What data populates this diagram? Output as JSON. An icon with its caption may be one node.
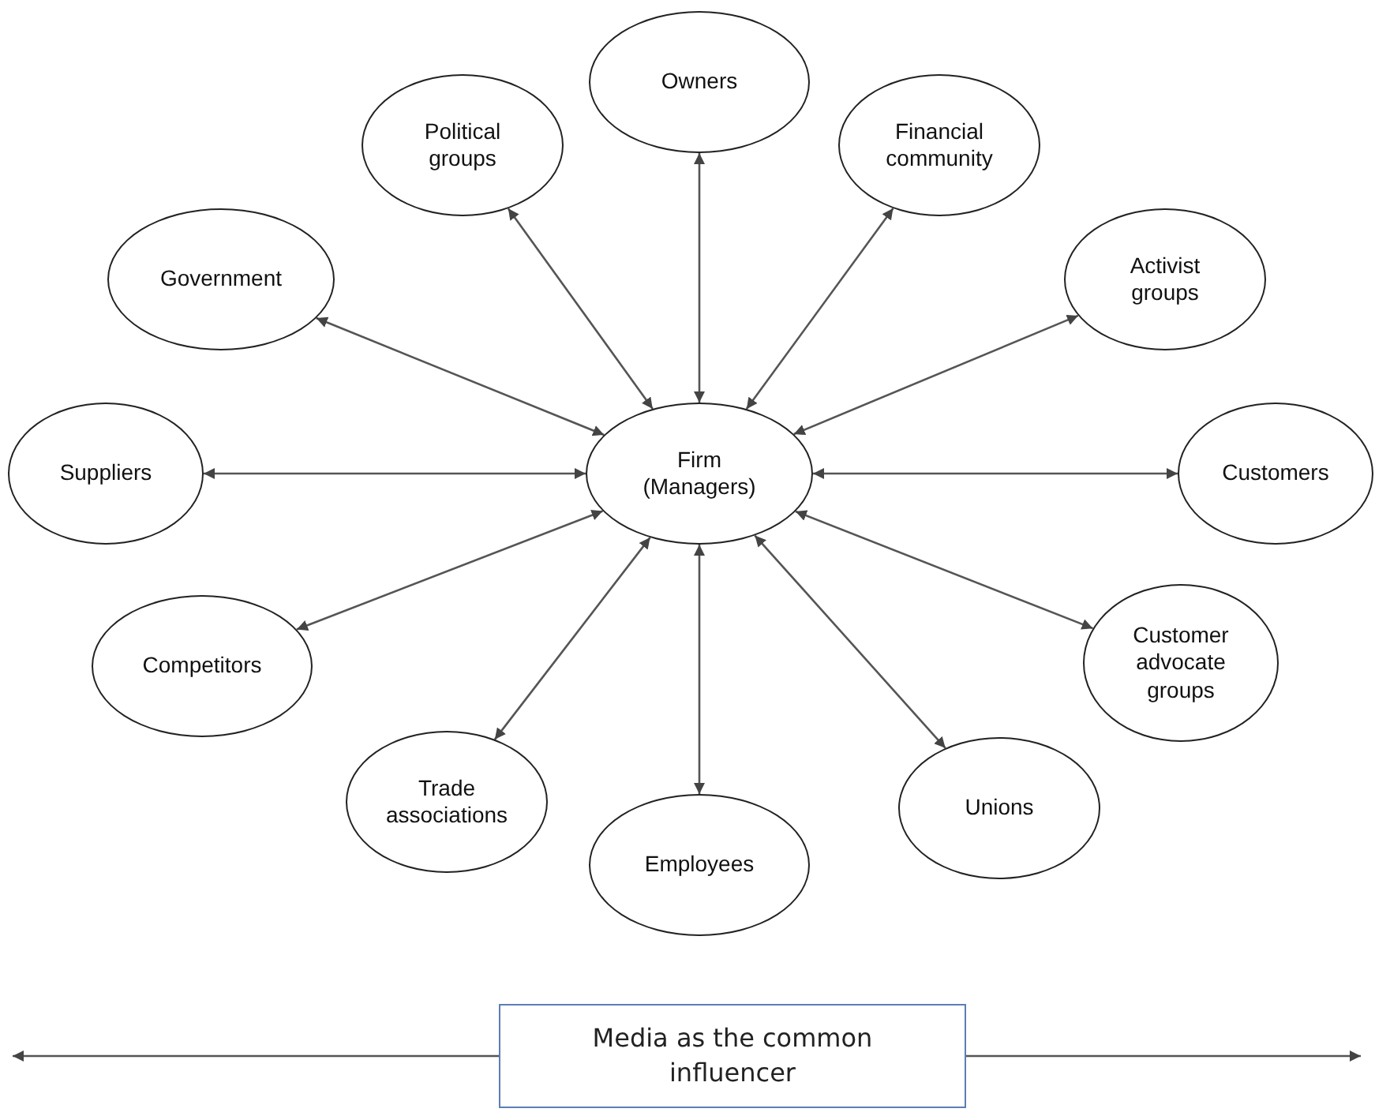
{
  "diagram": {
    "nodes": [
      {
        "text": [
          "Owners"
        ]
      },
      {
        "text": [
          "Political groups"
        ]
      },
      {
        "text": [
          "Financial community"
        ]
      },
      {
        "text": [
          "Government"
        ]
      },
      {
        "text": [
          "Activist groups"
        ]
      },
      {
        "text": [
          "Suppliers"
        ]
      },
      {
        "text": [
          "Firm (Managers)"
        ]
      },
      {
        "text": [
          "Customers"
        ]
      },
      {
        "text": [
          "Competitors"
        ]
      },
      {
        "text": [
          "Customer advocate groups"
        ]
      },
      {
        "text": [
          "Trade associations"
        ]
      },
      {
        "text": [
          "Unions"
        ]
      },
      {
        "text": [
          "Employees"
        ]
      },
      {
        "text": [
          "Media as the common influencer"
        ]
      }
    ],
    "edges": [
      {
        "from": 6,
        "to": 0,
        "arrow": "both"
      },
      {
        "from": 6,
        "to": 1,
        "arrow": "both"
      },
      {
        "from": 6,
        "to": 2,
        "arrow": "both"
      },
      {
        "from": 6,
        "to": 3,
        "arrow": "both"
      },
      {
        "from": 6,
        "to": 4,
        "arrow": "both"
      },
      {
        "from": 6,
        "to": 5,
        "arrow": "both"
      },
      {
        "from": 6,
        "to": 7,
        "arrow": "both"
      },
      {
        "from": 6,
        "to": 8,
        "arrow": "both"
      },
      {
        "from": 6,
        "to": 9,
        "arrow": "both"
      },
      {
        "from": 6,
        "to": 10,
        "arrow": "both"
      },
      {
        "from": 6,
        "to": 11,
        "arrow": "both"
      },
      {
        "from": 6,
        "to": 12,
        "arrow": "both"
      },
      {
        "from": 13,
        "to": null,
        "arrow": "to"
      },
      {
        "from": 13,
        "to": null,
        "arrow": "to"
      }
    ]
  }
}
